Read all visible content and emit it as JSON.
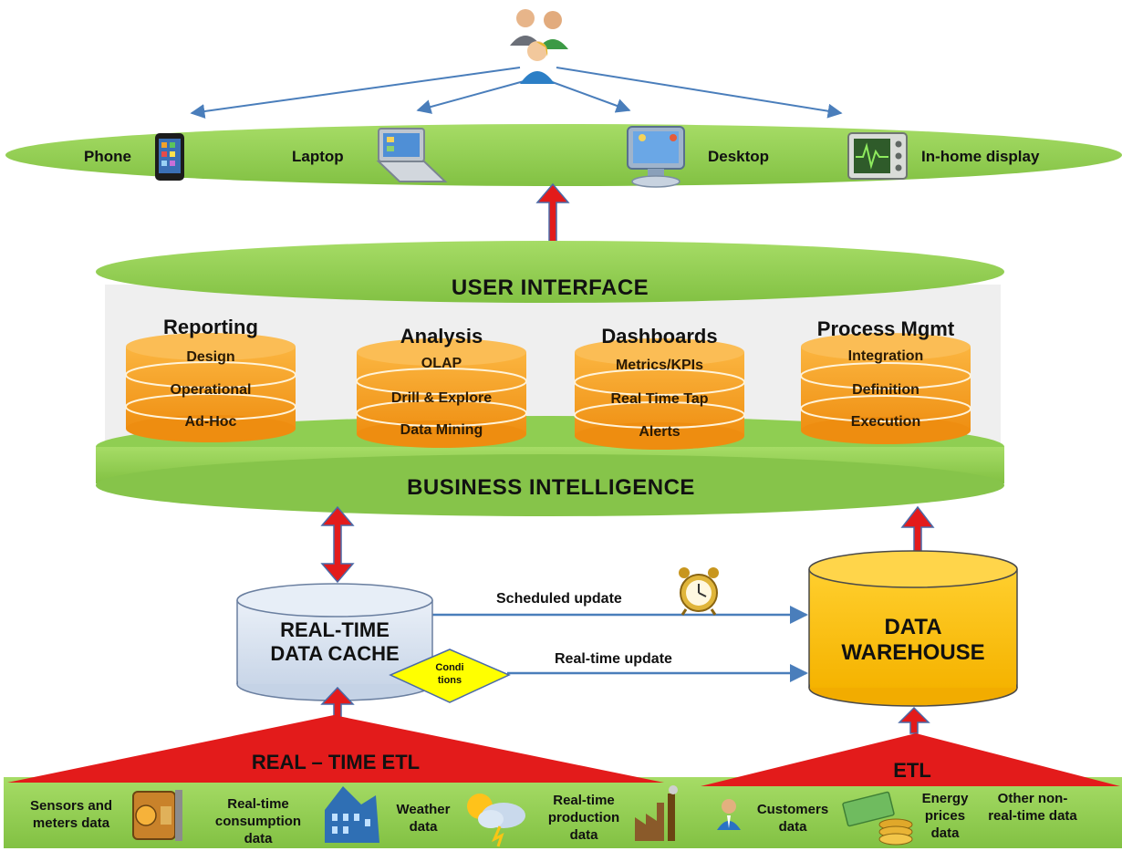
{
  "devices": {
    "phone": "Phone",
    "laptop": "Laptop",
    "desktop": "Desktop",
    "in_home_display": "In-home display"
  },
  "layers": {
    "user_interface": "USER INTERFACE",
    "business_intelligence": "BUSINESS INTELLIGENCE"
  },
  "bi_modules": [
    {
      "title": "Reporting",
      "items": [
        "Design",
        "Operational",
        "Ad-Hoc"
      ]
    },
    {
      "title": "Analysis",
      "items": [
        "OLAP",
        "Drill & Explore",
        "Data Mining"
      ]
    },
    {
      "title": "Dashboards",
      "items": [
        "Metrics/KPIs",
        "Real Time Tap",
        "Alerts"
      ]
    },
    {
      "title": "Process Mgmt",
      "items": [
        "Integration",
        "Definition",
        "Execution"
      ]
    }
  ],
  "data_stores": {
    "cache_line1": "REAL-TIME",
    "cache_line2": "DATA CACHE",
    "warehouse_line1": "DATA",
    "warehouse_line2": "WAREHOUSE",
    "conditions_line1": "Condi",
    "conditions_line2": "tions"
  },
  "updates": {
    "scheduled": "Scheduled update",
    "realtime": "Real-time update"
  },
  "etl": {
    "realtime": "REAL – TIME ETL",
    "batch": "ETL"
  },
  "sources": [
    "Sensors and meters data",
    "Real-time consumption data",
    "Weather data",
    "Real-time production data",
    "Customers data",
    "Energy prices data",
    "Other non-real-time data"
  ],
  "colors": {
    "green": "#92d050",
    "orange": "#f7a21b",
    "red": "#e31b1b",
    "gold": "#ffc000",
    "cache": "#dbe5f1",
    "yellow": "#ffff00",
    "line_blue": "#4a7ebb"
  }
}
